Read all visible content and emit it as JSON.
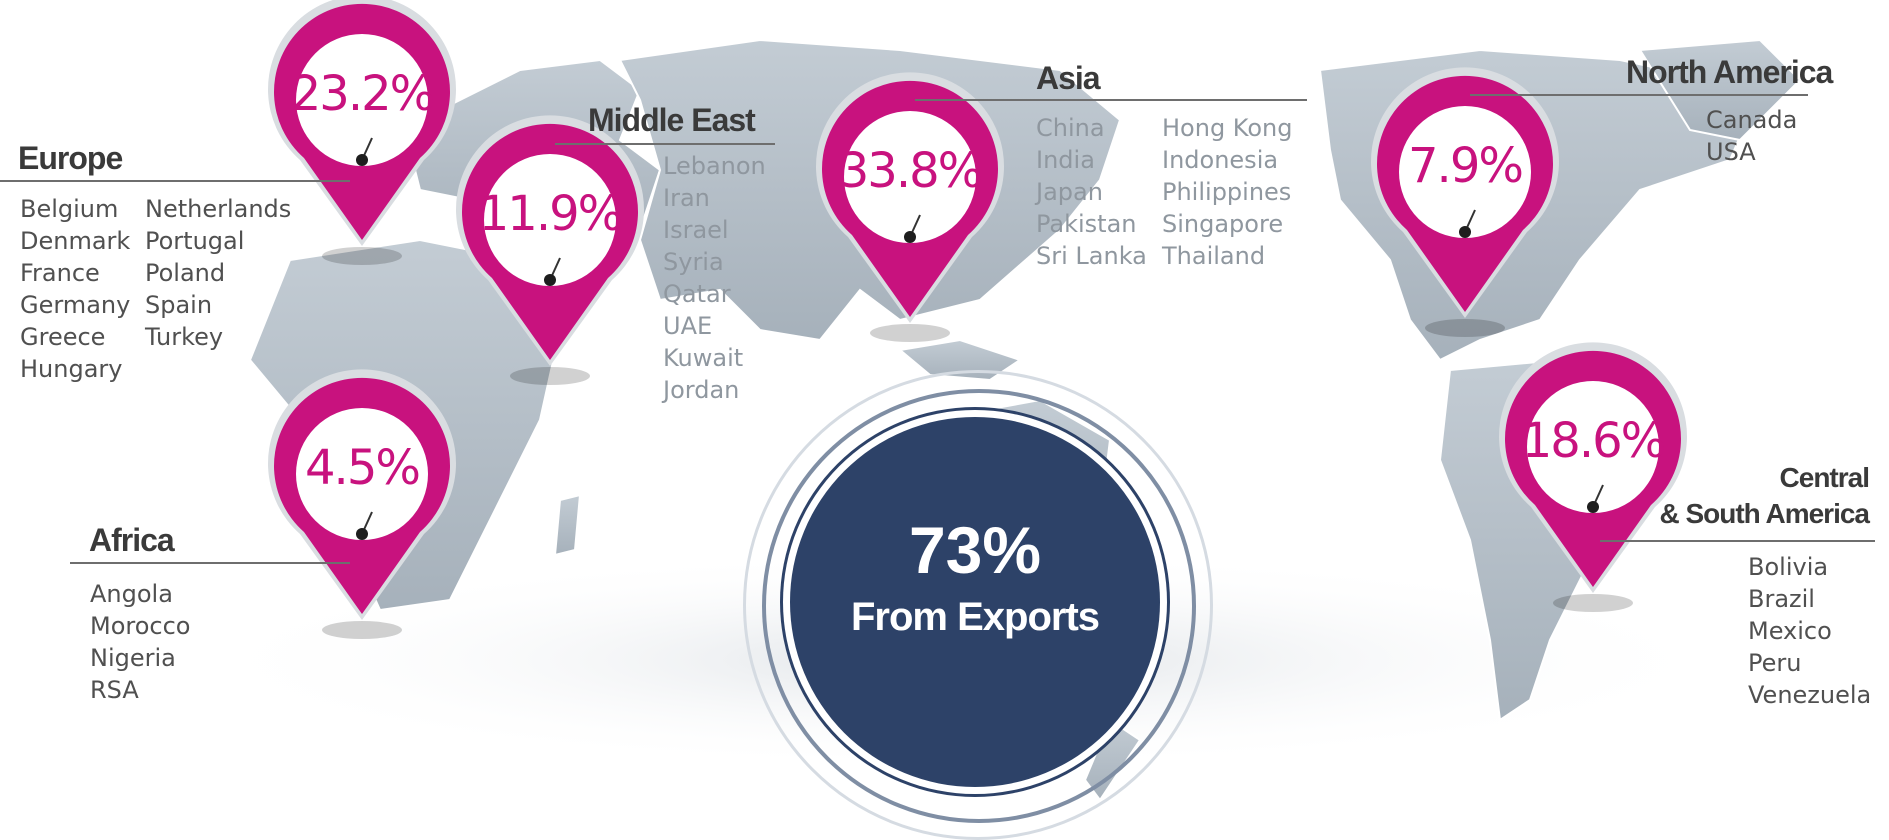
{
  "colors": {
    "pin": "#c8127e",
    "summary_bg": "#2d4268",
    "map": "#b5bfc8",
    "heading": "#3a3a3a",
    "list": "#505050"
  },
  "summary": {
    "value": "73%",
    "label": "From Exports"
  },
  "regions": {
    "europe": {
      "title": "Europe",
      "percent": "23.2%",
      "countries_col1": [
        "Belgium",
        "Denmark",
        "France",
        "Germany",
        "Greece",
        "Hungary"
      ],
      "countries_col2": [
        "Netherlands",
        "Portugal",
        "Poland",
        "Spain",
        "Turkey"
      ]
    },
    "middle_east": {
      "title": "Middle East",
      "percent": "11.9%",
      "countries": [
        "Lebanon",
        "Iran",
        "Israel",
        "Syria",
        "Qatar",
        "UAE",
        "Kuwait",
        "Jordan"
      ]
    },
    "asia": {
      "title": "Asia",
      "percent": "33.8%",
      "countries_col1": [
        "China",
        "India",
        "Japan",
        "Pakistan",
        "Sri Lanka"
      ],
      "countries_col2": [
        "Hong Kong",
        "Indonesia",
        "Philippines",
        "Singapore",
        "Thailand"
      ]
    },
    "north_america": {
      "title": "North America",
      "percent": "7.9%",
      "countries": [
        "Canada",
        "USA"
      ]
    },
    "central_south_america": {
      "title_line1": "Central",
      "title_line2": "& South America",
      "percent": "18.6%",
      "countries": [
        "Bolivia",
        "Brazil",
        "Mexico",
        "Peru",
        "Venezuela"
      ]
    },
    "africa": {
      "title": "Africa",
      "percent": "4.5%",
      "countries": [
        "Angola",
        "Morocco",
        "Nigeria",
        "RSA"
      ]
    }
  }
}
